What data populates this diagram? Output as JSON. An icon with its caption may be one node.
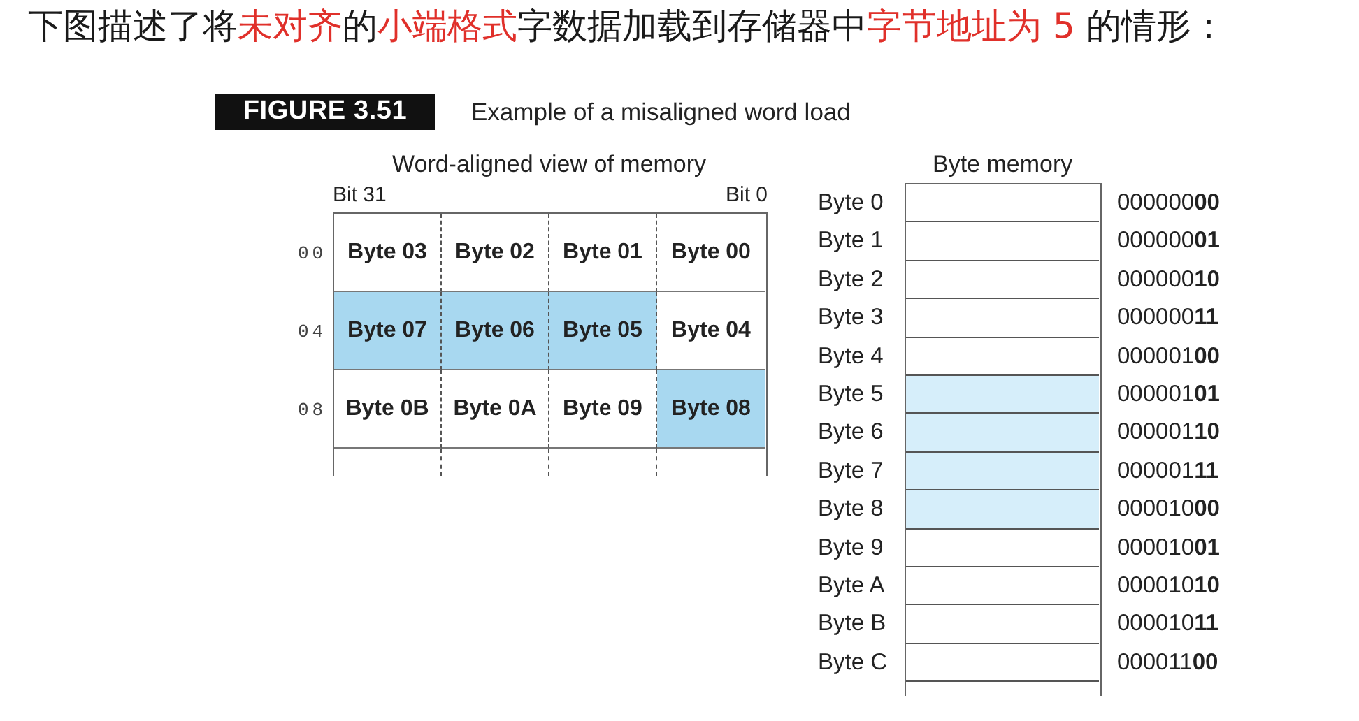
{
  "diagram": {
    "title": "下图描述了将**未对齐**的**小端格式**字数据加载到存储器中**字节地址为 5** 的情形：",
    "caption": "Example of a misaligned word load",
    "nodes": [
      {
        "text": [
          "FIGURE 3.51"
        ]
      },
      {
        "text": [
          "Word-aligned view of memory"
        ]
      },
      {
        "text": [
          "Byte 03"
        ],
        "in": 1
      },
      {
        "text": [
          "Byte 02"
        ],
        "in": 1
      },
      {
        "text": [
          "Byte 01"
        ],
        "in": 1
      },
      {
        "text": [
          "Byte 00"
        ],
        "in": 1
      },
      {
        "text": [
          "Byte 07"
        ],
        "in": 1
      },
      {
        "text": [
          "Byte 06"
        ],
        "in": 1
      },
      {
        "text": [
          "Byte 05"
        ],
        "in": 1
      },
      {
        "text": [
          "Byte 04"
        ],
        "in": 1
      },
      {
        "text": [
          "Byte 0B"
        ],
        "in": 1
      },
      {
        "text": [
          "Byte 0A"
        ],
        "in": 1
      },
      {
        "text": [
          "Byte 09"
        ],
        "in": 1
      },
      {
        "text": [
          "Byte 08"
        ],
        "in": 1
      },
      {
        "text": [
          "Byte memory"
        ]
      },
      {
        "text": [],
        "shape": "box",
        "in": 14,
        "beside": [
          "Byte 0",
          "000000**00**"
        ]
      },
      {
        "text": [],
        "shape": "box",
        "in": 14,
        "beside": [
          "Byte 1",
          "000000**01**"
        ]
      },
      {
        "text": [],
        "shape": "box",
        "in": 14,
        "beside": [
          "Byte 2",
          "000000**10**"
        ]
      },
      {
        "text": [],
        "shape": "box",
        "in": 14,
        "beside": [
          "Byte 3",
          "000000**11**"
        ]
      },
      {
        "text": [],
        "shape": "box",
        "in": 14,
        "beside": [
          "Byte 4",
          "000001**00**"
        ]
      },
      {
        "text": [],
        "shape": "box",
        "in": 14,
        "beside": [
          "Byte 5",
          "000001**01**"
        ]
      },
      {
        "text": [],
        "shape": "box",
        "in": 14,
        "beside": [
          "Byte 6",
          "000001**10**"
        ]
      },
      {
        "text": [],
        "shape": "box",
        "in": 14,
        "beside": [
          "Byte 7",
          "000001**11**"
        ]
      },
      {
        "text": [],
        "shape": "box",
        "in": 14,
        "beside": [
          "Byte 8",
          "000010**00**"
        ]
      },
      {
        "text": [],
        "shape": "box",
        "in": 14,
        "beside": [
          "Byte 9",
          "000010**01**"
        ]
      },
      {
        "text": [],
        "shape": "box",
        "in": 14,
        "beside": [
          "Byte A",
          "000010**10**"
        ]
      },
      {
        "text": [],
        "shape": "box",
        "in": 14,
        "beside": [
          "Byte B",
          "000010**11**"
        ]
      },
      {
        "text": [],
        "shape": "box",
        "in": 14,
        "beside": [
          "Byte C",
          "000011**00**"
        ]
      }
    ],
    "labels": [
      "Bit 31",
      "Bit 0",
      "00",
      "04",
      "08"
    ]
  }
}
